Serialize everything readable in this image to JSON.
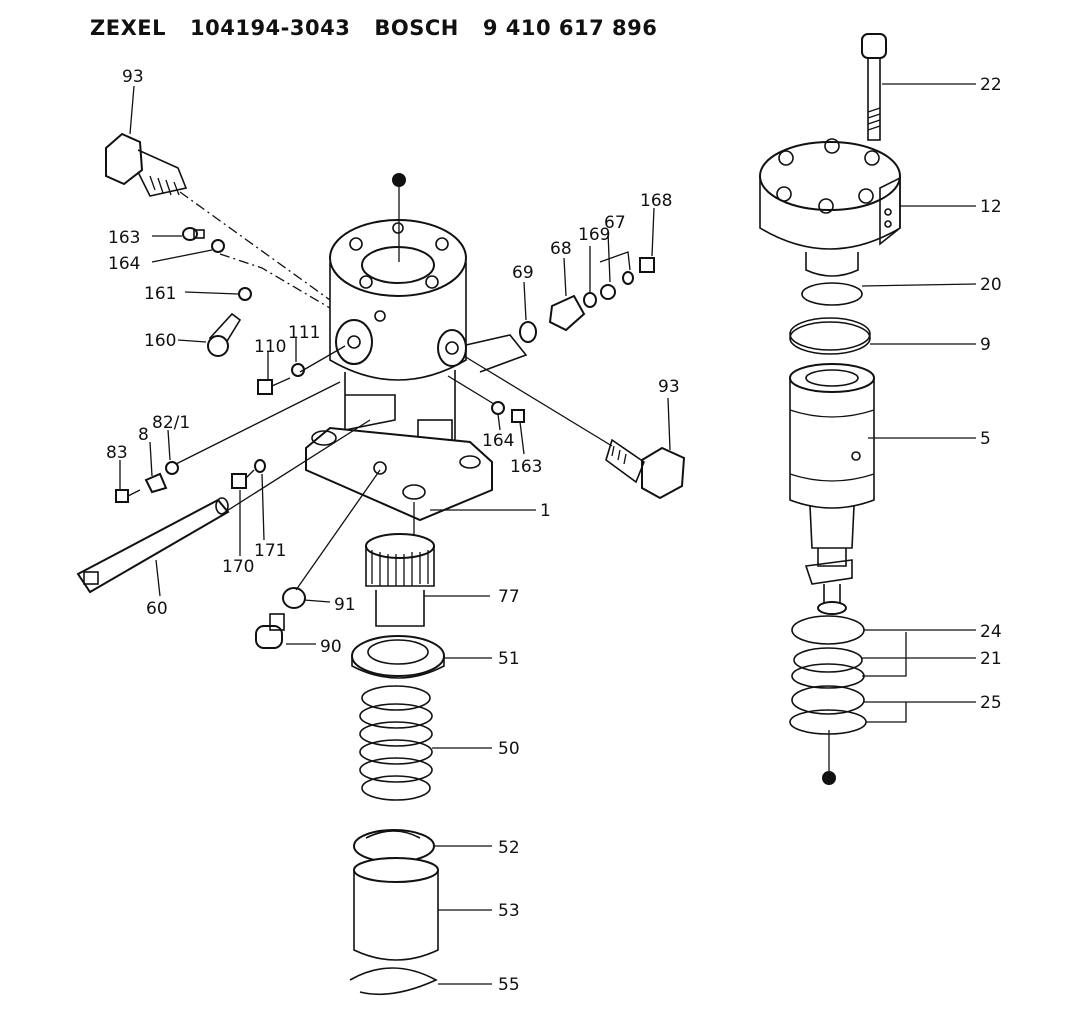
{
  "title": {
    "brand1": "ZEXEL",
    "part1": "104194-3043",
    "brand2": "BOSCH",
    "part2": "9 410 617 896"
  },
  "labels": {
    "l93a": "93",
    "l163a": "163",
    "l164a": "164",
    "l161": "161",
    "l160": "160",
    "l110": "110",
    "l111": "111",
    "l83": "83",
    "l8": "8",
    "l82": "82/1",
    "l170": "170",
    "l171": "171",
    "l60": "60",
    "l91": "91",
    "l90": "90",
    "l69": "69",
    "l68": "68",
    "l169": "169",
    "l67": "67",
    "l168": "168",
    "l93b": "93",
    "l164b": "164",
    "l163b": "163",
    "l1": "1",
    "l77": "77",
    "l51": "51",
    "l50": "50",
    "l52": "52",
    "l53": "53",
    "l55": "55",
    "l22": "22",
    "l12": "12",
    "l20": "20",
    "l9": "9",
    "l5": "5",
    "l24": "24",
    "l21": "21",
    "l25": "25"
  }
}
